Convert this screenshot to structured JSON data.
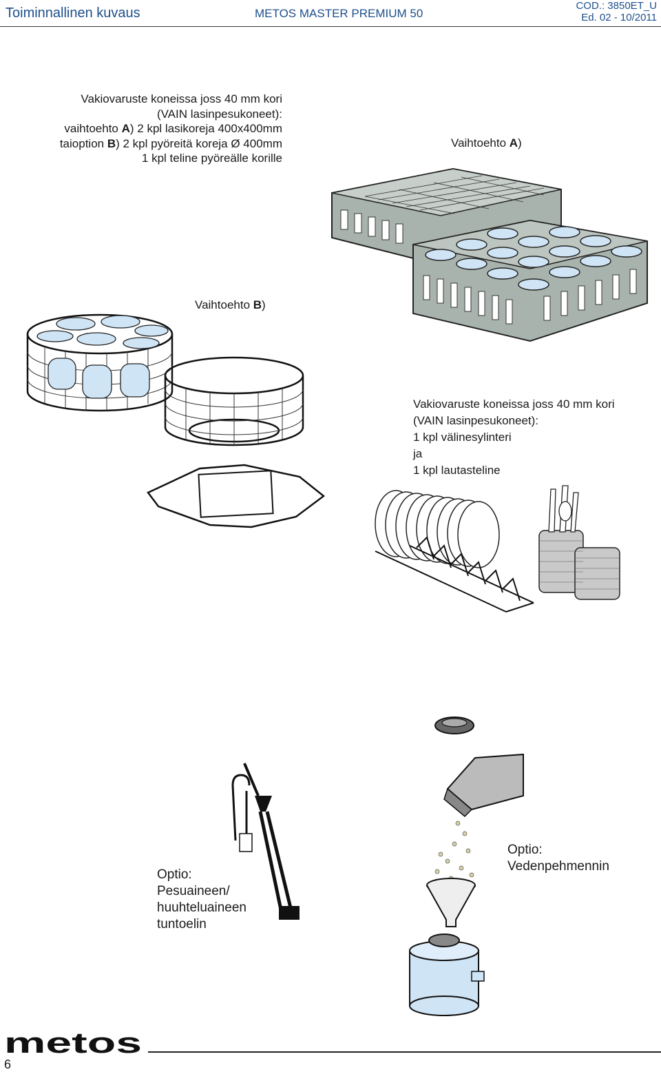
{
  "header": {
    "section": "Toiminnallinen kuvaus",
    "model": "METOS MASTER PREMIUM 50",
    "code": "COD.: 3850ET_U",
    "edition": "Ed. 02 - 10/2011"
  },
  "block1": {
    "lines": [
      "Vakiovaruste koneissa joss 40 mm kori",
      "(VAIN lasinpesukoneet):"
    ],
    "line3_pre": "vaihtoehto ",
    "line3_bold": "A",
    "line3_post": ") 2 kpl lasikoreja 400x400mm",
    "line4_pre": "taioption ",
    "line4_bold": "B",
    "line4_post": ") 2 kpl pyöreitä koreja Ø 400mm",
    "line5": "1 kpl teline pyöreälle korille"
  },
  "label_a": {
    "pre": "Vaihtoehto ",
    "bold": "A",
    "post": ")"
  },
  "label_b": {
    "pre": "Vaihtoehto ",
    "bold": "B",
    "post": ")"
  },
  "block2": {
    "lines": [
      "Vakiovaruste koneissa joss 40 mm kori",
      "(VAIN lasinpesukoneet):",
      "1 kpl välinesylinteri",
      "ja",
      "1 kpl lautasteline"
    ]
  },
  "option_detergent": {
    "lines": [
      "Optio:",
      "Pesuaineen/",
      "huuhteluaineen",
      "tuntoelin"
    ]
  },
  "option_softener": {
    "lines": [
      "Optio:",
      "Vedenpehmennin"
    ]
  },
  "footer": {
    "logo_text": "metos",
    "page_number": "6"
  },
  "colors": {
    "header_blue": "#1d4f8c",
    "basket_gray": "#a9b3ad",
    "glass_blue": "#cfe4f5"
  }
}
